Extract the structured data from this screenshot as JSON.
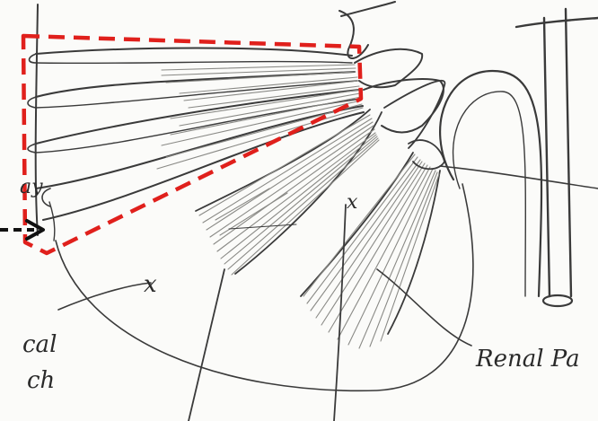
{
  "labels": {
    "ay": "ay",
    "cal": "cal",
    "ch": "ch",
    "renal": "Renal Pa"
  },
  "colors": {
    "highlight": "#e0201c",
    "ink": "#3a3a3a",
    "paper": "#fbfbf9"
  },
  "marks": {
    "x1": "x",
    "x2": "x"
  }
}
